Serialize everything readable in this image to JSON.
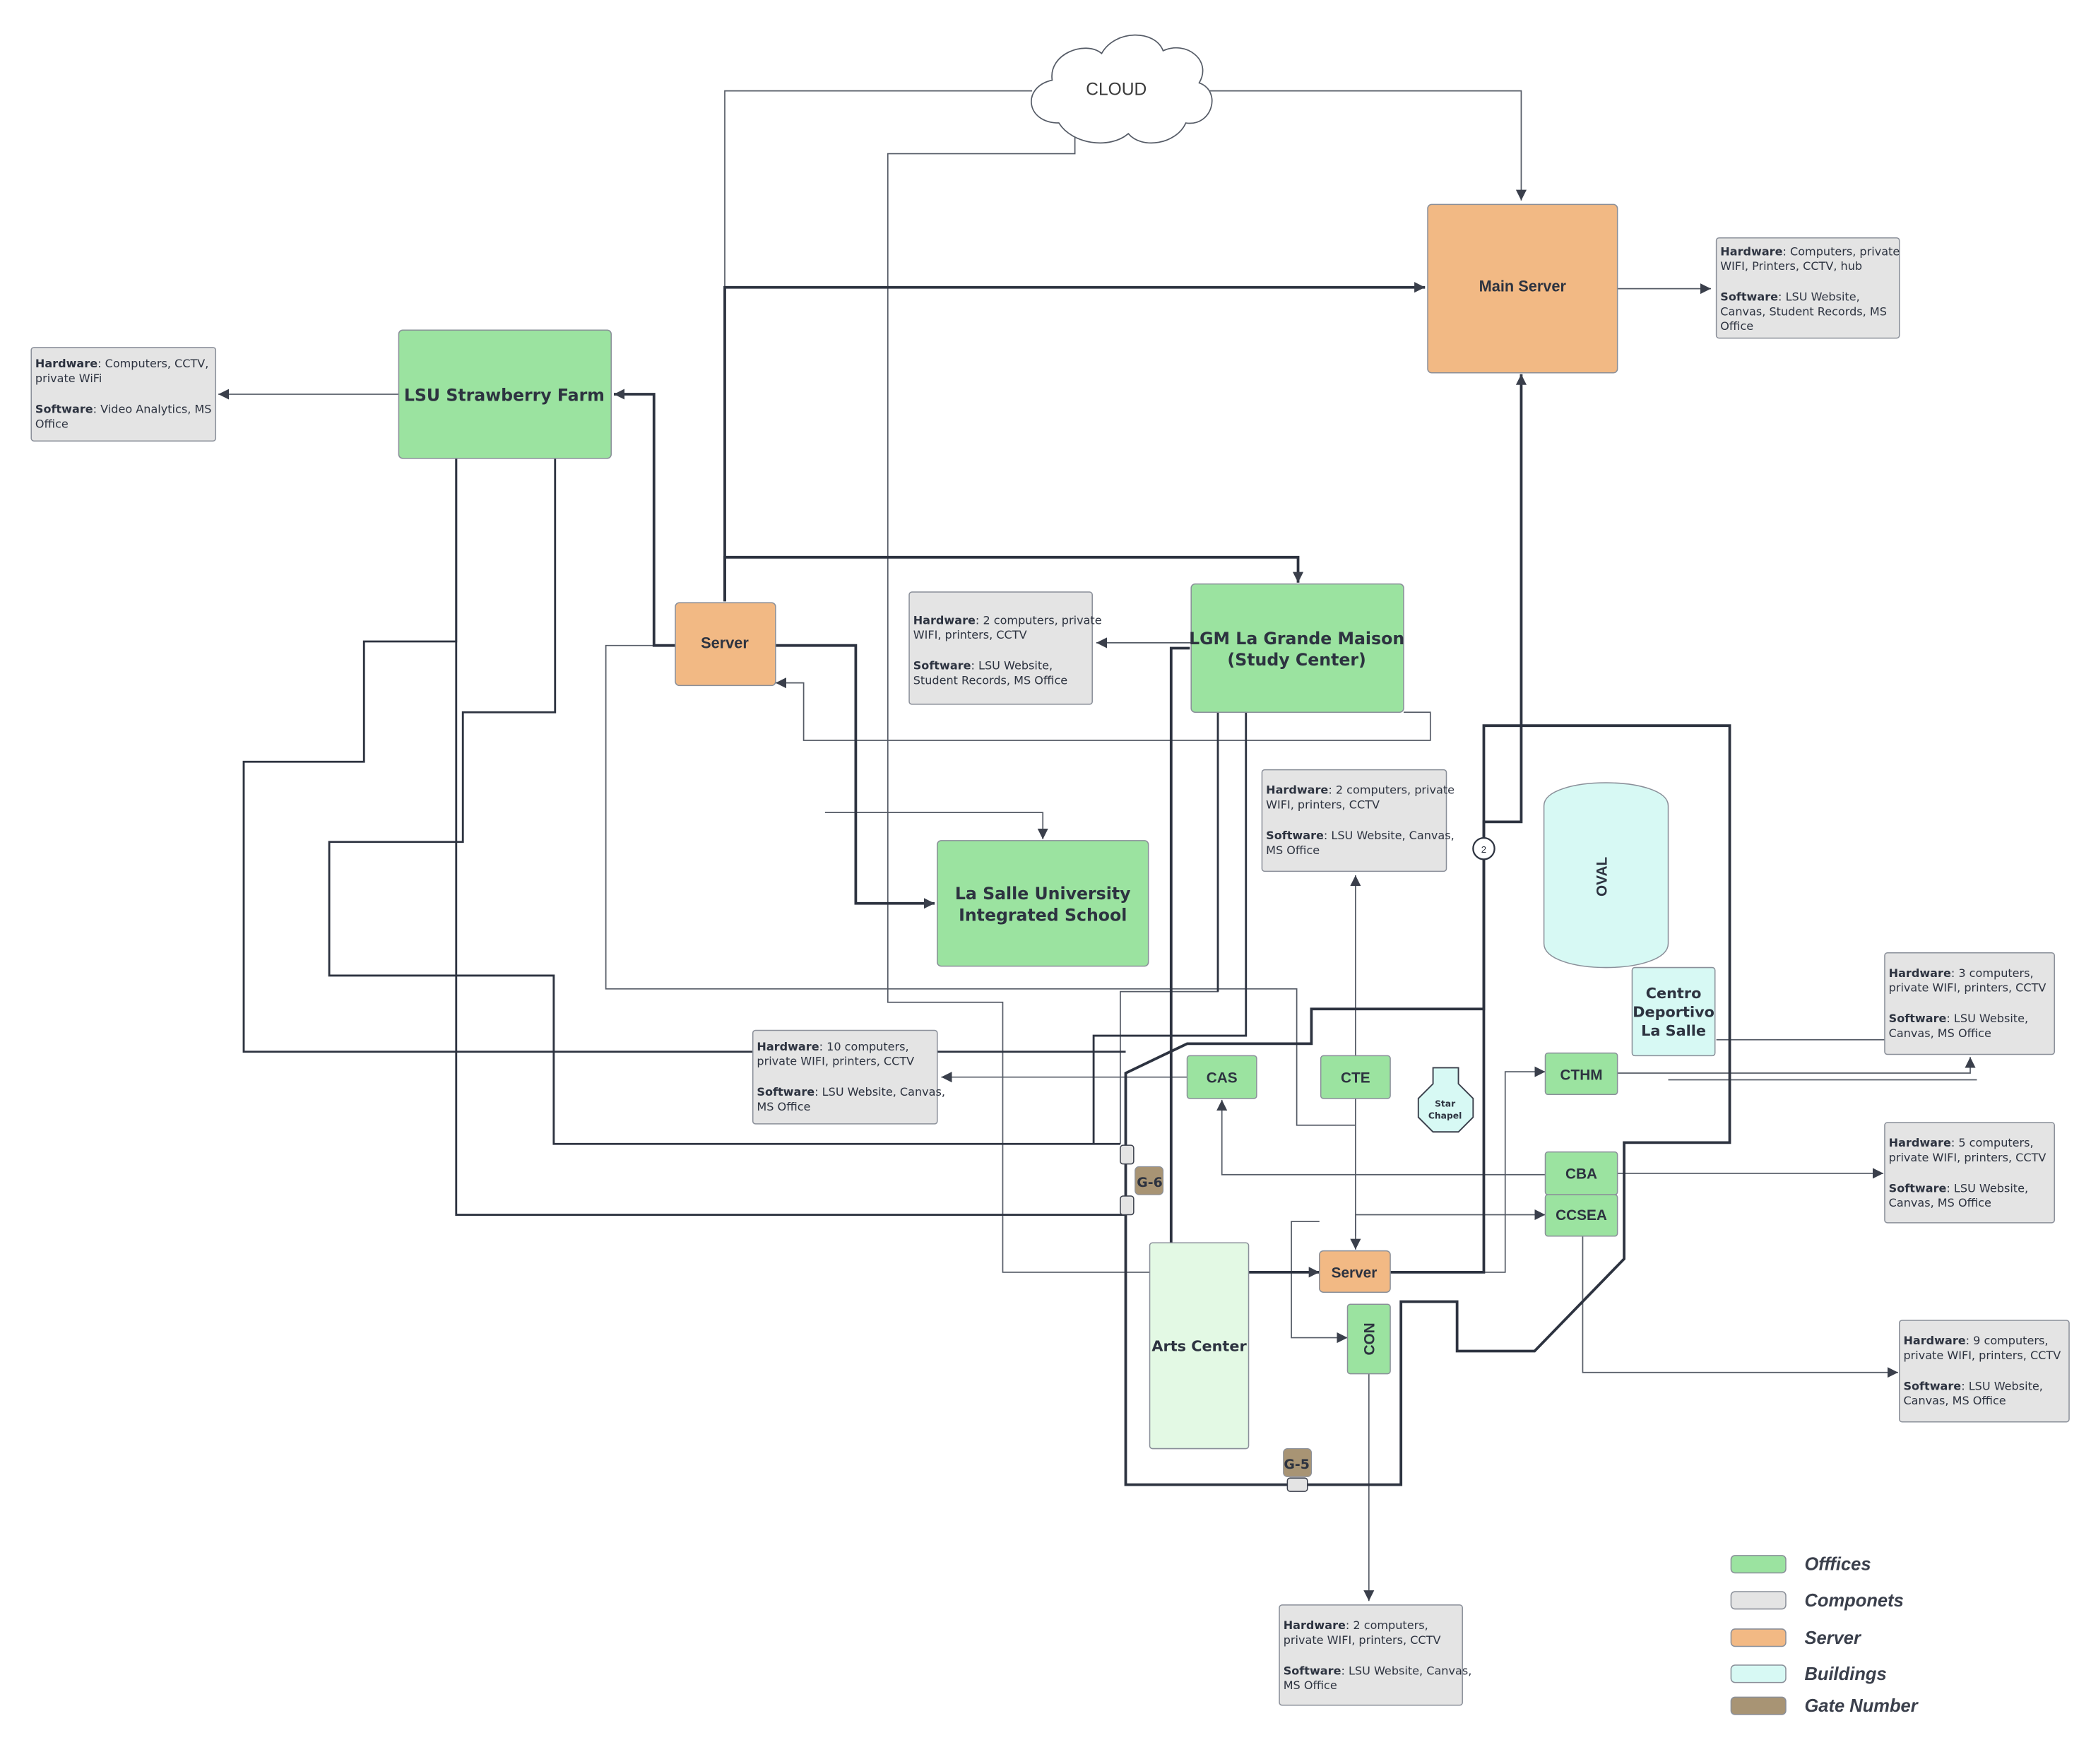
{
  "cloud": {
    "label": "CLOUD"
  },
  "nodes": {
    "main_server": "Main Server",
    "server_top": "Server",
    "server_bottom": "Server",
    "strawberry_farm": "LSU Strawberry Farm",
    "lgm_line1": "LGM La Grande Maison",
    "lgm_line2": "(Study Center)",
    "integrated_line1": "La Salle University",
    "integrated_line2": "Integrated School",
    "oval": "OVAL",
    "centro_line1": "Centro",
    "centro_line2": "Deportivo",
    "centro_line3": "La Salle",
    "cas": "CAS",
    "cte": "CTE",
    "cthm": "CTHM",
    "cba": "CBA",
    "ccsea": "CCSEA",
    "con": "CON",
    "arts_center": "Arts Center",
    "star_chapel_line1": "Star",
    "star_chapel_line2": "Chapel",
    "gate6": "G-6",
    "gate5": "G-5",
    "marker": "2"
  },
  "components": {
    "main_server": {
      "hw_label": "Hardware",
      "hw_line1": ": Computers, private",
      "hw_line2": "WIFI, Printers, CCTV, hub",
      "sw_label": "Software",
      "sw_line1": ":  LSU Website,",
      "sw_line2": "Canvas, Student Records, MS",
      "sw_line3": "Office"
    },
    "strawberry_farm": {
      "hw_label": "Hardware",
      "hw_line1": ": Computers,  CCTV,",
      "hw_line2": "private WiFi",
      "sw_label": "Software",
      "sw_line1": ":  Video  Analytics,  MS",
      "sw_line2": "Office"
    },
    "lgm": {
      "hw_label": "Hardware",
      "hw_line1": ": 2 computers, private",
      "hw_line2": "WIFI, printers, CCTV",
      "sw_label": "Software",
      "sw_line1": ":  LSU Website,",
      "sw_line2": "Student Records, MS Office"
    },
    "cte": {
      "hw_label": "Hardware",
      "hw_line1": ": 2 computers, private",
      "hw_line2": "WIFI, printers, CCTV",
      "sw_label": "Software",
      "sw_line1": ": LSU Website, Canvas,",
      "sw_line2": "MS Office"
    },
    "cas": {
      "hw_label": "Hardware",
      "hw_line1": ": 10         computers,",
      "hw_line2": "private WIFI, printers, CCTV",
      "sw_label": "Software",
      "sw_line1": ": LSU Website, Canvas,",
      "sw_line2": "MS Office"
    },
    "cthm": {
      "hw_label": "Hardware",
      "hw_line1": ":  3 computers,",
      "hw_line2": "private WIFI, printers, CCTV",
      "sw_label": "Software",
      "sw_line1": ": LSU Website,",
      "sw_line2": "Canvas, MS Office"
    },
    "cba": {
      "hw_label": "Hardware",
      "hw_line1": ": 5   computers,",
      "hw_line2": "private WIFI, printers, CCTV",
      "sw_label": "Software",
      "sw_line1": ": LSU Website,",
      "sw_line2": "Canvas, MS Office"
    },
    "ccsea": {
      "hw_label": "Hardware",
      "hw_line1": ": 9   computers,",
      "hw_line2": "private WIFI, printers, CCTV",
      "sw_label": "Software",
      "sw_line1": ": LSU Website,",
      "sw_line2": "Canvas, MS Office"
    },
    "con": {
      "hw_label": "Hardware",
      "hw_line1": ": 2   computers,",
      "hw_line2": "private WIFI, printers, CCTV",
      "sw_label": "Software",
      "sw_line1": ": LSU Website, Canvas,",
      "sw_line2": "MS Office"
    }
  },
  "legend": [
    {
      "label": "Offfices",
      "color": "#9be3a0"
    },
    {
      "label": "Componets",
      "color": "#e4e4e4"
    },
    {
      "label": "Server",
      "color": "#f2b984"
    },
    {
      "label": "Buildings",
      "color": "#d7f9f4"
    },
    {
      "label": "Gate Number",
      "color": "#a89474"
    }
  ],
  "colors": {
    "office": "#9be3a0",
    "component": "#e4e4e4",
    "server": "#f2b984",
    "building": "#d7f9f4",
    "gate": "#a89474",
    "arts_center": "#e3f9e4"
  }
}
